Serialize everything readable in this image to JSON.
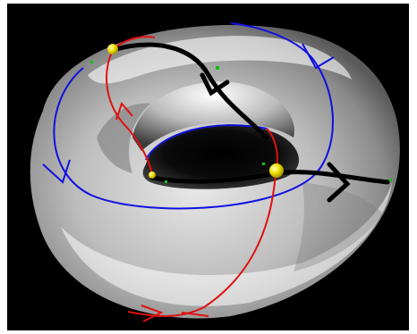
{
  "figure": {
    "background": "#000000",
    "frame_color": "#ffffff",
    "surface": {
      "kind": "torus",
      "shading": "glossy-grey",
      "base_color": "#9a9a9a",
      "highlight_color": "#ffffff",
      "shadow_color": "#2a2a2a"
    },
    "curves": [
      {
        "id": "blue-meridian-outer",
        "color": "#1010e0",
        "style": "thin",
        "arrows": 2
      },
      {
        "id": "blue-inner-rim",
        "color": "#1010e0",
        "style": "thin",
        "arrows": 0
      },
      {
        "id": "red-curve-left",
        "color": "#e01010",
        "style": "thin",
        "arrows": 1
      },
      {
        "id": "red-curve-right",
        "color": "#e01010",
        "style": "thin",
        "arrows": 1
      },
      {
        "id": "black-path-top",
        "color": "#000000",
        "style": "thick",
        "arrows": 1
      },
      {
        "id": "black-path-right",
        "color": "#000000",
        "style": "thick",
        "arrows": 1
      }
    ],
    "critical_points": [
      {
        "id": "point-top-left",
        "color": "#f0e000"
      },
      {
        "id": "point-inner",
        "color": "#f0e000"
      },
      {
        "id": "point-right",
        "color": "#f0e000"
      }
    ],
    "accent_colors": {
      "green_markers": "#10c010"
    }
  }
}
